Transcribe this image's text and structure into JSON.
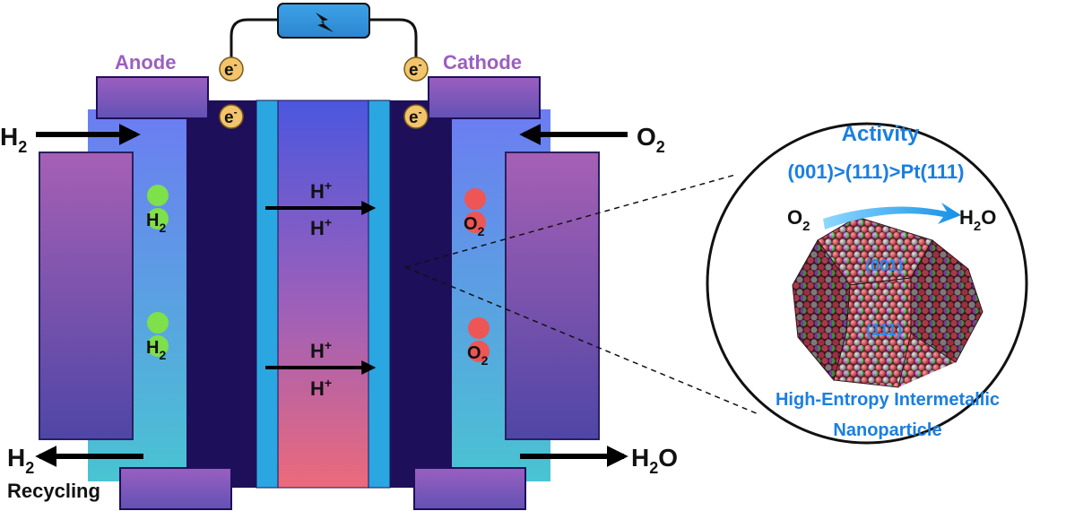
{
  "labels": {
    "anode": "Anode",
    "cathode": "Cathode",
    "electron": "e",
    "electron_sup": "-",
    "recycling": "Recycling"
  },
  "flows": {
    "h2_in": {
      "main": "H",
      "sub": "2"
    },
    "o2_in": {
      "main": "O",
      "sub": "2"
    },
    "h2_out": {
      "main": "H",
      "sub": "2"
    },
    "h2o_out": {
      "main": "H",
      "sub": "2",
      "tail": "O"
    }
  },
  "molecules": {
    "h2": {
      "main": "H",
      "sub": "2"
    },
    "o2": {
      "main": "O",
      "sub": "2"
    }
  },
  "protons": {
    "main": "H",
    "sup": "+"
  },
  "inset": {
    "title": "Activity",
    "order": "(001)>(111)>Pt(111)",
    "reactant": {
      "main": "O",
      "sub": "2"
    },
    "product": {
      "main": "H",
      "sub": "2",
      "tail": "O"
    },
    "facet_top": "(001)",
    "facet_side": "(111)",
    "caption_line1": "High-Entropy Intermetallic",
    "caption_line2": "Nanoparticle"
  },
  "colors": {
    "blue_label": "#1a7fe0",
    "purple_label": "#9b5fc0",
    "electron_fill": "#f3c46b",
    "hydrogen": "#7ee04a",
    "oxygen": "#ee5555",
    "electrode_dark": "#1e0f5a",
    "membrane_edge": "#2aa7e0"
  }
}
